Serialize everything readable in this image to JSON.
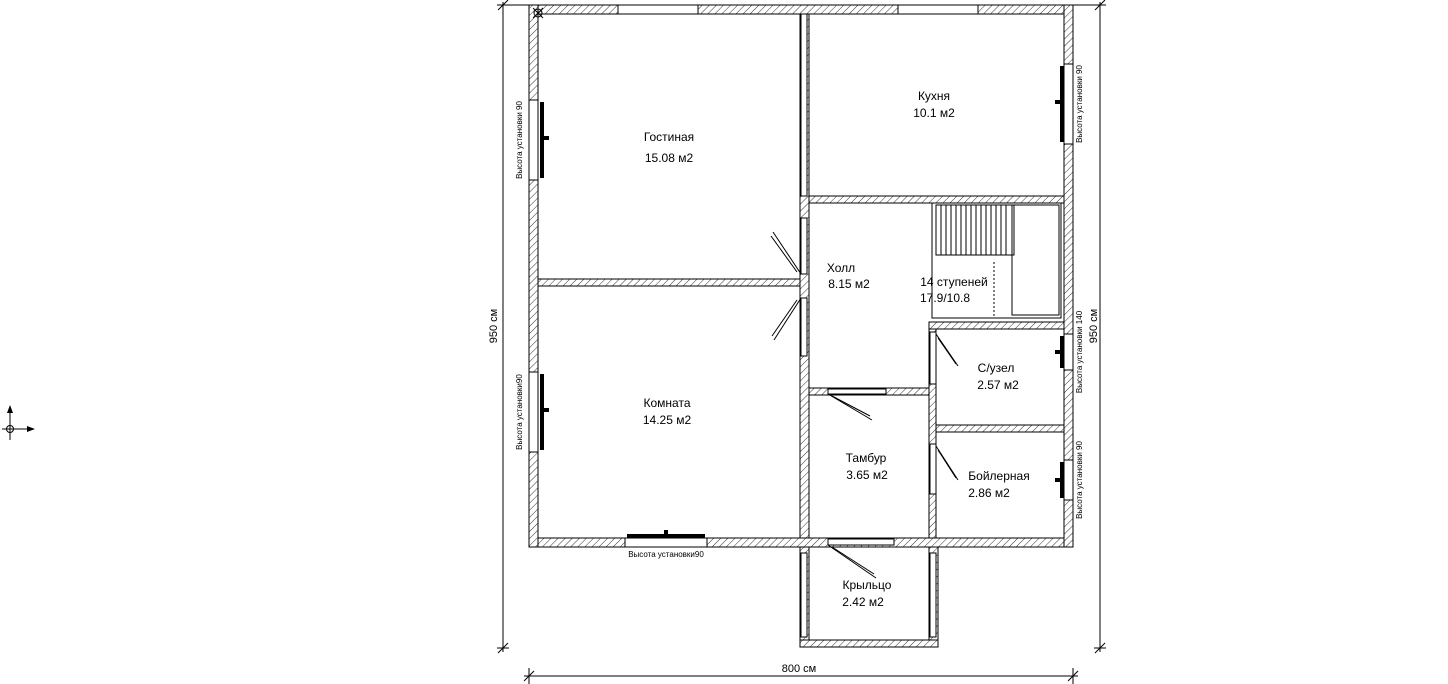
{
  "rooms": [
    {
      "name": "Гостиная",
      "area": "15.08 м2"
    },
    {
      "name": "Кухня",
      "area": "10.1 м2"
    },
    {
      "name": "Холл",
      "area": "8.15 м2"
    },
    {
      "name": "Комната",
      "area": "14.25 м2"
    },
    {
      "name": "С/узел",
      "area": "2.57 м2"
    },
    {
      "name": "Тамбур",
      "area": "3.65 м2"
    },
    {
      "name": "Бойлерная",
      "area": "2.86 м2"
    },
    {
      "name": "Крыльцо",
      "area": "2.42 м2"
    }
  ],
  "stairs": {
    "steps": "14 ступеней",
    "ratio": "17.9/10.8"
  },
  "radiator_labels": {
    "left_top": "Высота установки 90",
    "left_bottom": "Высота установки90",
    "bottom": "Высота установки90",
    "right_top": "Высота установки 90",
    "right_mid": "Высота установки 140",
    "right_bottom": "Высота установки 90"
  },
  "dimensions": {
    "width": "800 см",
    "height_left": "950 см",
    "height_right": "950 см"
  },
  "colors": {
    "line": "#000000",
    "background": "#ffffff"
  }
}
